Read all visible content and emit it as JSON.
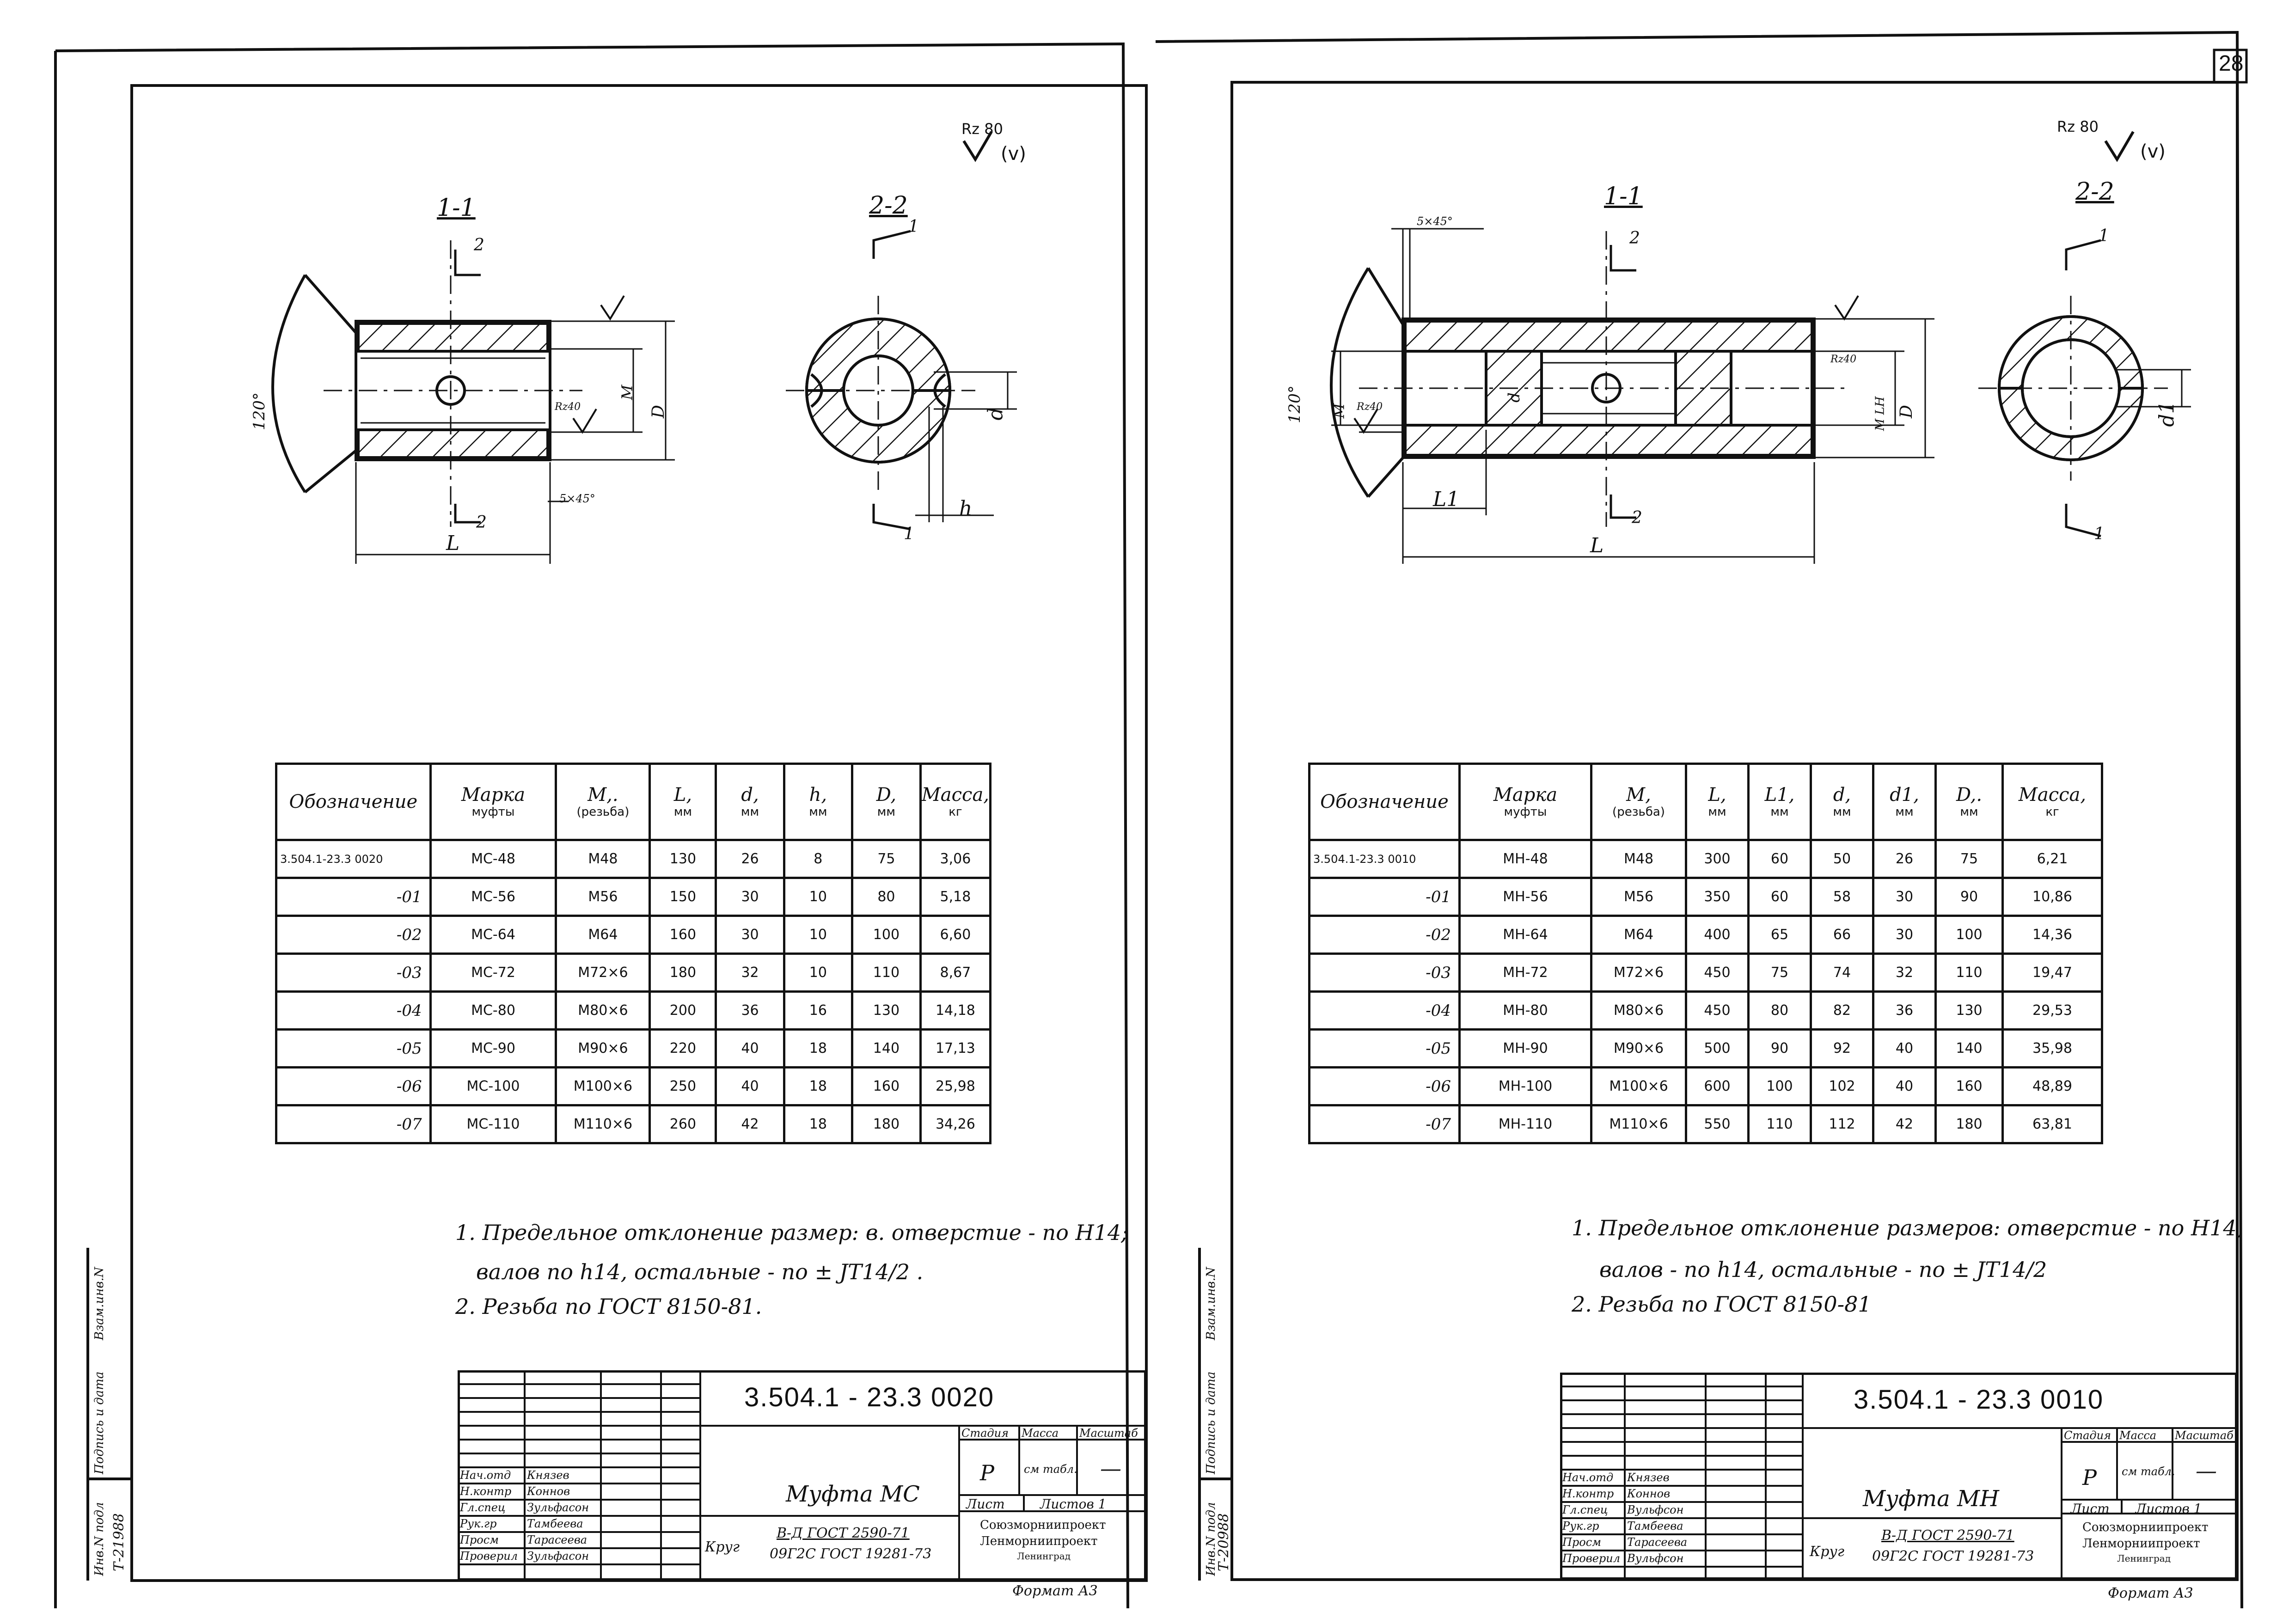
{
  "page_number": "28",
  "roughness": "Rz 80",
  "roughness_paren": "(v)",
  "sheets": [
    {
      "id": "mc",
      "section_1": "1-1",
      "section_2": "2-2",
      "dims": {
        "angle": "120°",
        "chamfer": "5×45°",
        "rz40": "Rz40",
        "m": "M",
        "d_big": "D",
        "l": "L",
        "d_small": "d",
        "h": "h",
        "num1": "1",
        "num2": "2"
      },
      "table": {
        "headers": [
          {
            "t": "Обозначение",
            "u": ""
          },
          {
            "t": "Марка",
            "u": "муфты"
          },
          {
            "t": "M,.",
            "u": "(резьба)"
          },
          {
            "t": "L,",
            "u": "мм"
          },
          {
            "t": "d,",
            "u": "мм"
          },
          {
            "t": "h,",
            "u": "мм"
          },
          {
            "t": "D,",
            "u": "мм"
          },
          {
            "t": "Масса,",
            "u": "кг"
          }
        ],
        "rows": [
          [
            "3.504.1-23.3 0020",
            "MC-48",
            "M48",
            "130",
            "26",
            "8",
            "75",
            "3,06"
          ],
          [
            "-01",
            "MC-56",
            "M56",
            "150",
            "30",
            "10",
            "80",
            "5,18"
          ],
          [
            "-02",
            "MC-64",
            "M64",
            "160",
            "30",
            "10",
            "100",
            "6,60"
          ],
          [
            "-03",
            "MC-72",
            "M72×6",
            "180",
            "32",
            "10",
            "110",
            "8,67"
          ],
          [
            "-04",
            "MC-80",
            "M80×6",
            "200",
            "36",
            "16",
            "130",
            "14,18"
          ],
          [
            "-05",
            "MC-90",
            "M90×6",
            "220",
            "40",
            "18",
            "140",
            "17,13"
          ],
          [
            "-06",
            "MC-100",
            "M100×6",
            "250",
            "40",
            "18",
            "160",
            "25,98"
          ],
          [
            "-07",
            "MC-110",
            "M110×6",
            "260",
            "42",
            "18",
            "180",
            "34,26"
          ]
        ]
      },
      "notes": [
        "1. Предельное отклонение размер: в. отверстие - по H14;",
        "валов по h14, остальные - по ± JT14/2 .",
        "2. Резьба по ГОСТ 8150-81."
      ],
      "title_block": {
        "code": "3.504.1 - 23.3   0020",
        "name": "Муфта МС",
        "stage_h": "Стадия",
        "mass_h": "Масса",
        "scale_h": "Масштаб",
        "stage": "Р",
        "mass": "см табл.",
        "scale": "—",
        "sheet_h": "Лист",
        "sheets_h": "Листов 1",
        "material_label": "Круг",
        "material_top": "В-Д ГОСТ 2590-71",
        "material_bottom": "09Г2С ГОСТ 19281-73",
        "org1": "Союзморниипроект",
        "org2": "Ленморниипроект",
        "org3": "Ленинград",
        "format": "Формат А3",
        "roles": [
          "Нач.отд",
          "Н.контр",
          "Гл.спец",
          "Рук.гр",
          "Просм",
          "Проверил"
        ],
        "names": [
          "Князев",
          "Коннов",
          "Зульфасон",
          "Тамбеева",
          "Тарасеева",
          "Зульфасон"
        ],
        "side_labels": [
          "Инв.N подл",
          "Подпись и дата",
          "Взам.инв.N"
        ],
        "inv": "Т-21988"
      }
    },
    {
      "id": "mn",
      "section_1": "1-1",
      "section_2": "2-2",
      "dims": {
        "angle": "120°",
        "chamfer": "5×45°",
        "rz40": "Rz40",
        "m": "M",
        "d_big": "D",
        "l": "L",
        "l1": "L1",
        "d_small": "d",
        "d1": "d1",
        "mlh": "M LH",
        "num1": "1",
        "num2": "2"
      },
      "table": {
        "headers": [
          {
            "t": "Обозначение",
            "u": ""
          },
          {
            "t": "Марка",
            "u": "муфты"
          },
          {
            "t": "M,",
            "u": "(резьба)"
          },
          {
            "t": "L,",
            "u": "мм"
          },
          {
            "t": "L1,",
            "u": "мм"
          },
          {
            "t": "d,",
            "u": "мм"
          },
          {
            "t": "d1,",
            "u": "мм"
          },
          {
            "t": "D,.",
            "u": "мм"
          },
          {
            "t": "Масса,",
            "u": "кг"
          }
        ],
        "rows": [
          [
            "3.504.1-23.3 0010",
            "MH-48",
            "M48",
            "300",
            "60",
            "50",
            "26",
            "75",
            "6,21"
          ],
          [
            "-01",
            "MH-56",
            "M56",
            "350",
            "60",
            "58",
            "30",
            "90",
            "10,86"
          ],
          [
            "-02",
            "MH-64",
            "M64",
            "400",
            "65",
            "66",
            "30",
            "100",
            "14,36"
          ],
          [
            "-03",
            "MH-72",
            "M72×6",
            "450",
            "75",
            "74",
            "32",
            "110",
            "19,47"
          ],
          [
            "-04",
            "MH-80",
            "M80×6",
            "450",
            "80",
            "82",
            "36",
            "130",
            "29,53"
          ],
          [
            "-05",
            "MH-90",
            "M90×6",
            "500",
            "90",
            "92",
            "40",
            "140",
            "35,98"
          ],
          [
            "-06",
            "MH-100",
            "M100×6",
            "600",
            "100",
            "102",
            "40",
            "160",
            "48,89"
          ],
          [
            "-07",
            "MH-110",
            "M110×6",
            "550",
            "110",
            "112",
            "42",
            "180",
            "63,81"
          ]
        ]
      },
      "notes": [
        "1. Предельное отклонение размеров: отверстие - по H14,",
        "валов - по h14, остальные - по ± JT14/2",
        "2. Резьба по ГОСТ 8150-81"
      ],
      "title_block": {
        "code": "3.504.1 - 23.3   0010",
        "name": "Муфта МН",
        "stage_h": "Стадия",
        "mass_h": "Масса",
        "scale_h": "Масштаб",
        "stage": "Р",
        "mass": "см табл.",
        "scale": "—",
        "sheet_h": "Лист",
        "sheets_h": "Листов 1",
        "material_label": "Круг",
        "material_top": "В-Д ГОСТ 2590-71",
        "material_bottom": "09Г2С ГОСТ 19281-73",
        "org1": "Союзморниипроект",
        "org2": "Ленморниипроект",
        "org3": "Ленинград",
        "format": "Формат А3",
        "roles": [
          "Нач.отд",
          "Н.контр",
          "Гл.спец",
          "Рук.гр",
          "Просм",
          "Проверил"
        ],
        "names": [
          "Князев",
          "Коннов",
          "Вульфсон",
          "Тамбеева",
          "Тарасеева",
          "Вульфсон"
        ],
        "side_labels": [
          "Инв.N подл",
          "Подпись и дата",
          "Взам.инв.N"
        ],
        "inv": "Т-20988"
      }
    }
  ]
}
